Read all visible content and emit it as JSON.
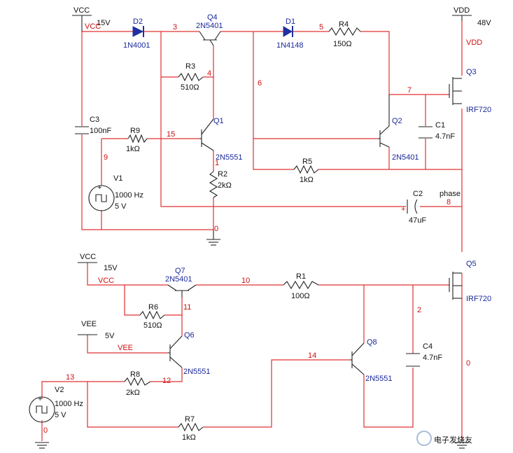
{
  "power_labels": {
    "vcc_top": "VCC",
    "vcc_top_voltage": "15V",
    "vcc_top_net": "VCC",
    "vdd": "VDD",
    "vdd_voltage": "48V",
    "vdd_net": "VDD",
    "vcc_lower": "VCC",
    "vcc_lower_voltage": "15V",
    "vcc_lower_net": "VCC",
    "vee": "VEE",
    "vee_voltage": "5V",
    "vee_net": "VEE"
  },
  "components": {
    "d2": {
      "ref": "D2",
      "part": "1N4001"
    },
    "d1": {
      "ref": "D1",
      "part": "1N4148"
    },
    "q4": {
      "ref": "Q4",
      "part": "2N5401"
    },
    "q1": {
      "ref": "Q1",
      "part": "2N5551"
    },
    "q2": {
      "ref": "Q2",
      "part": "2N5401"
    },
    "q3": {
      "ref": "Q3",
      "part": "IRF720"
    },
    "q5": {
      "ref": "Q5",
      "part": "IRF720"
    },
    "q6": {
      "ref": "Q6",
      "part": "2N5551"
    },
    "q7": {
      "ref": "Q7",
      "part": "2N5401"
    },
    "q8": {
      "ref": "Q8",
      "part": "2N5551"
    },
    "r4": {
      "ref": "R4",
      "value": "150Ω"
    },
    "r3": {
      "ref": "R3",
      "value": "510Ω"
    },
    "r9": {
      "ref": "R9",
      "value": "1kΩ"
    },
    "r2": {
      "ref": "R2",
      "value": "2kΩ"
    },
    "r5": {
      "ref": "R5",
      "value": "1kΩ"
    },
    "r1": {
      "ref": "R1",
      "value": "100Ω"
    },
    "r6": {
      "ref": "R6",
      "value": "510Ω"
    },
    "r8": {
      "ref": "R8",
      "value": "2kΩ"
    },
    "r7": {
      "ref": "R7",
      "value": "1kΩ"
    },
    "c3": {
      "ref": "C3",
      "value": "100nF"
    },
    "c1": {
      "ref": "C1",
      "value": "4.7nF"
    },
    "c2": {
      "ref": "C2",
      "value": "47uF"
    },
    "c4": {
      "ref": "C4",
      "value": "4.7nF"
    },
    "v1": {
      "ref": "V1",
      "freq": "1000 Hz",
      "amp": "5 V"
    },
    "v2": {
      "ref": "V2",
      "freq": "1000 Hz",
      "amp": "5 V"
    }
  },
  "nets": {
    "n3": "3",
    "n4": "4",
    "n5": "5",
    "n6": "6",
    "n7": "7",
    "n15": "15",
    "n9": "9",
    "n1": "1",
    "n0_upper": "0",
    "n8": "8",
    "phase": "phase",
    "n10": "10",
    "n11": "11",
    "n2": "2",
    "n14": "14",
    "n13": "13",
    "n12": "12",
    "n0_right": "0",
    "n0_left": "0"
  },
  "colors": {
    "wire": "#e03030",
    "component_label": "#1a2a9a",
    "net_label": "#cc1010"
  },
  "watermark": "电子发烧友"
}
